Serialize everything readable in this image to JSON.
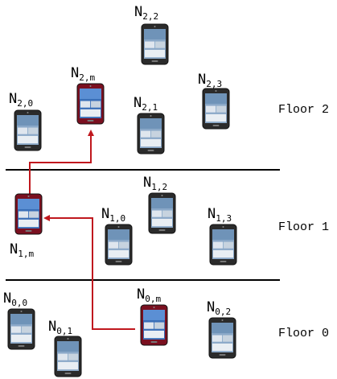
{
  "floors": [
    {
      "label": "Floor 2"
    },
    {
      "label": "Floor 1"
    },
    {
      "label": "Floor 0"
    }
  ],
  "nodes": [
    {
      "id": "N2,2",
      "base": "N",
      "sub": "2,2",
      "highlight": false
    },
    {
      "id": "N2,m",
      "base": "N",
      "sub": "2,m",
      "highlight": true
    },
    {
      "id": "N2,3",
      "base": "N",
      "sub": "2,3",
      "highlight": false
    },
    {
      "id": "N2,0",
      "base": "N",
      "sub": "2,0",
      "highlight": false
    },
    {
      "id": "N2,1",
      "base": "N",
      "sub": "2,1",
      "highlight": false
    },
    {
      "id": "N1,2",
      "base": "N",
      "sub": "1,2",
      "highlight": false
    },
    {
      "id": "N1,0",
      "base": "N",
      "sub": "1,0",
      "highlight": false
    },
    {
      "id": "N1,3",
      "base": "N",
      "sub": "1,3",
      "highlight": false
    },
    {
      "id": "N1,m",
      "base": "N",
      "sub": "1,m",
      "highlight": true
    },
    {
      "id": "N0,0",
      "base": "N",
      "sub": "0,0",
      "highlight": false
    },
    {
      "id": "N0,m",
      "base": "N",
      "sub": "0,m",
      "highlight": true
    },
    {
      "id": "N0,2",
      "base": "N",
      "sub": "0,2",
      "highlight": false
    },
    {
      "id": "N0,1",
      "base": "N",
      "sub": "0,1",
      "highlight": false
    }
  ],
  "colors": {
    "arrow": "#c0181e",
    "highlight_device": "#7a1020",
    "device": "#2b2b2b",
    "divider": "#000000"
  }
}
